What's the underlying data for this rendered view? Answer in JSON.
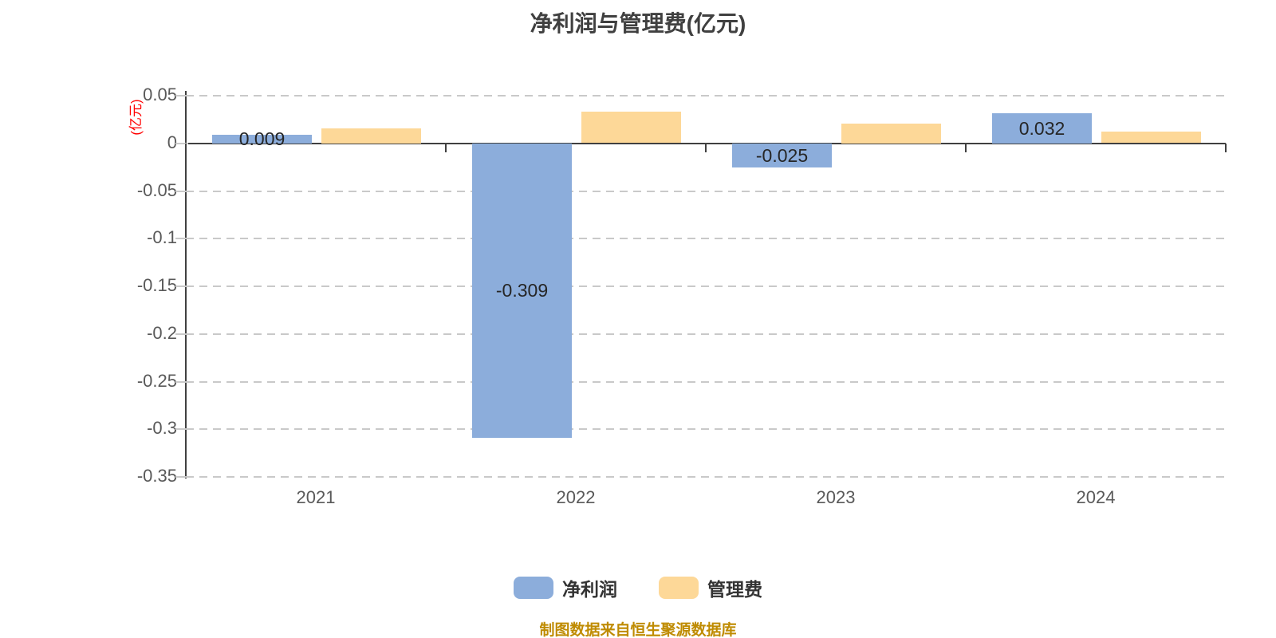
{
  "chart_data": {
    "type": "bar",
    "title": "净利润与管理费(亿元)",
    "ylabel": "(亿元)",
    "categories": [
      "2021",
      "2022",
      "2023",
      "2024"
    ],
    "series": [
      {
        "name": "净利润",
        "color": "#8cadDB",
        "values": [
          0.009,
          -0.309,
          -0.025,
          0.032
        ],
        "data_labels": [
          "0.009",
          "-0.309",
          "-0.025",
          "0.032"
        ]
      },
      {
        "name": "管理费",
        "color": "#fdd898",
        "values": [
          0.016,
          0.033,
          0.021,
          0.012
        ],
        "data_labels": [
          null,
          null,
          null,
          null
        ]
      }
    ],
    "yticks": [
      "0.05",
      "0",
      "-0.05",
      "-0.1",
      "-0.15",
      "-0.2",
      "-0.25",
      "-0.3",
      "-0.35"
    ],
    "ylim": [
      -0.35,
      0.05
    ],
    "grid": "horizontal-dashed",
    "legend_position": "bottom",
    "source_note": "制图数据来自恒生聚源数据库"
  },
  "colors": {
    "title_text": "#404040",
    "axis_text": "#595959",
    "y_unit_label": "#ff0000",
    "gridline": "#c9c9c9",
    "axis_line": "#404040",
    "data_label_text": "#262626",
    "source_note_text": "#bf8b00",
    "net_profit_bar": "#8cadDB",
    "management_fee_bar": "#fdd898",
    "background": "#ffffff"
  }
}
